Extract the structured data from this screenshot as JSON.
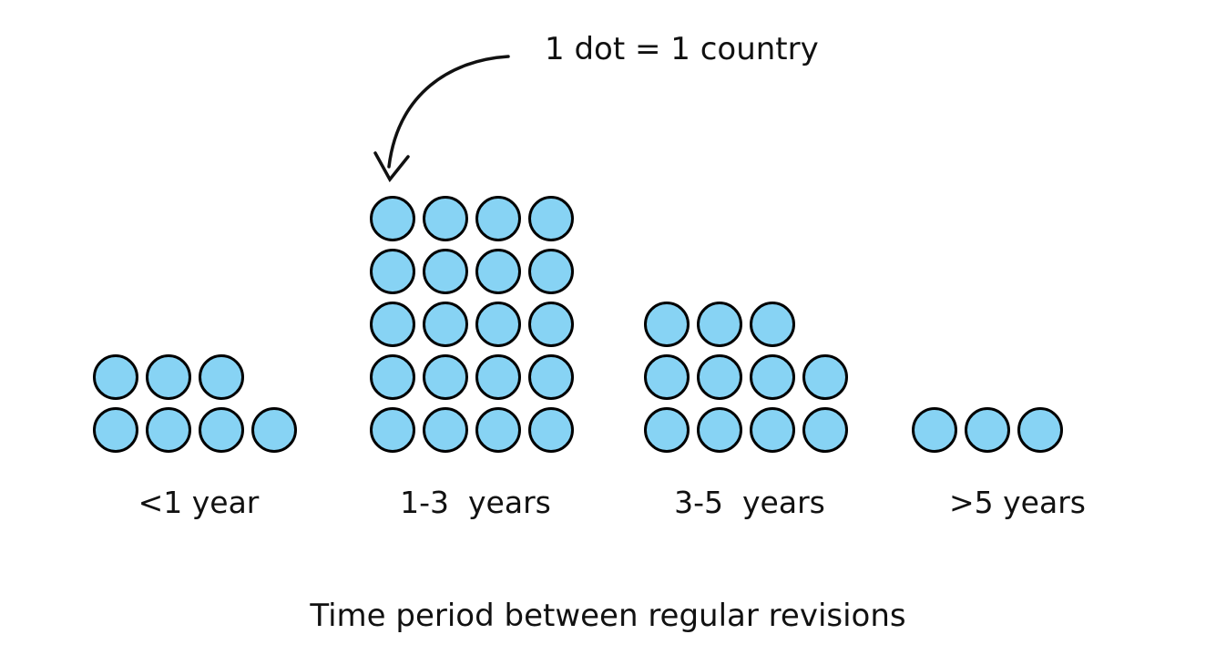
{
  "chart_data": {
    "type": "dot_plot",
    "title": "Time period between regular revisions",
    "annotation": "1 dot = 1 country",
    "categories": [
      "<1 year",
      "1-3  years",
      "3-5  years",
      ">5 years"
    ],
    "values": [
      7,
      20,
      11,
      3
    ],
    "series": [
      {
        "name": "countries",
        "values": [
          7,
          20,
          11,
          3
        ]
      }
    ],
    "total_dots": 41,
    "dots_per_row": 4,
    "dot_color": "#87d3f4",
    "dot_border_color": "#000000",
    "xlabel": "Time period between regular revisions",
    "ylabel": "",
    "grid": false,
    "legend_position": "top-center-annotation"
  }
}
